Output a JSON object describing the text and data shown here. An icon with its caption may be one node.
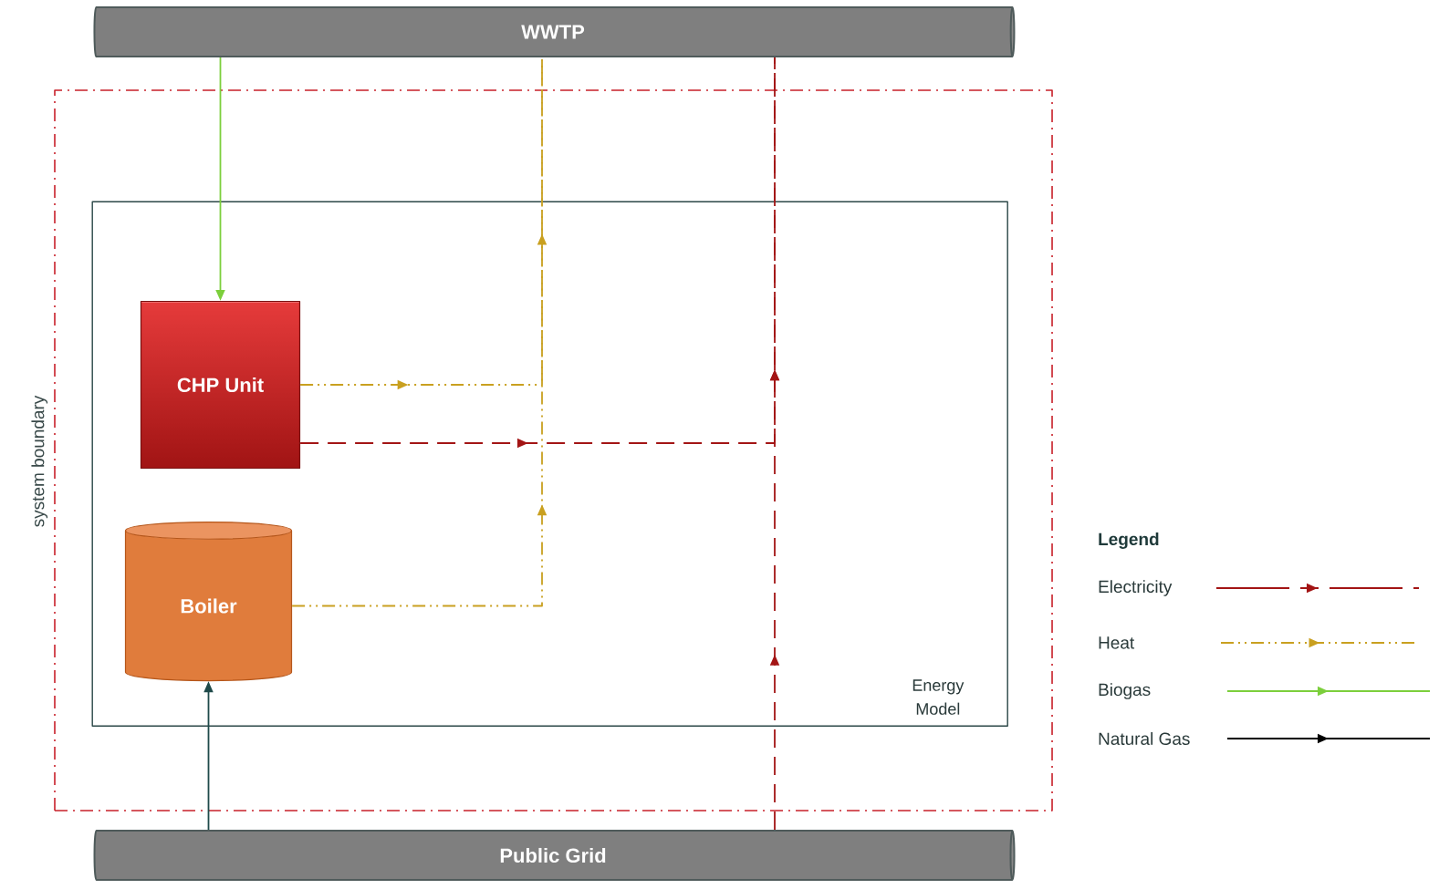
{
  "diagram": {
    "nodes": [
      {
        "text": [
          "WWTP"
        ]
      },
      {
        "text": [
          "system boundary"
        ]
      },
      {
        "text": [
          "Energy Model"
        ],
        "in": 1
      },
      {
        "text": [
          "CHP Unit"
        ],
        "in": 2
      },
      {
        "text": [
          "Boiler"
        ],
        "in": 2
      },
      {
        "text": [
          "Public Grid"
        ]
      }
    ],
    "edges": [
      {
        "from": 0,
        "to": 3,
        "arrow": "to",
        "color": "#7ccf3c"
      },
      {
        "from": 3,
        "to": 0,
        "arrow": "to",
        "style": "dashed",
        "color": "#c9a020"
      },
      {
        "from": 4,
        "to": 0,
        "arrow": "to",
        "style": "dashed",
        "color": "#c9a020"
      },
      {
        "from": 3,
        "to": 0,
        "arrow": "to",
        "style": "dashed",
        "color": "#a31515"
      },
      {
        "from": 5,
        "to": 0,
        "arrow": "to",
        "style": "dashed",
        "color": "#a31515"
      },
      {
        "from": 5,
        "to": 4,
        "arrow": "to",
        "color": "#1f4a4a"
      }
    ],
    "labels": [
      "Legend"
    ],
    "legend": [
      {
        "text": "Electricity"
      },
      {
        "text": "Heat"
      },
      {
        "text": "Biogas"
      },
      {
        "text": "Natural Gas"
      }
    ]
  }
}
